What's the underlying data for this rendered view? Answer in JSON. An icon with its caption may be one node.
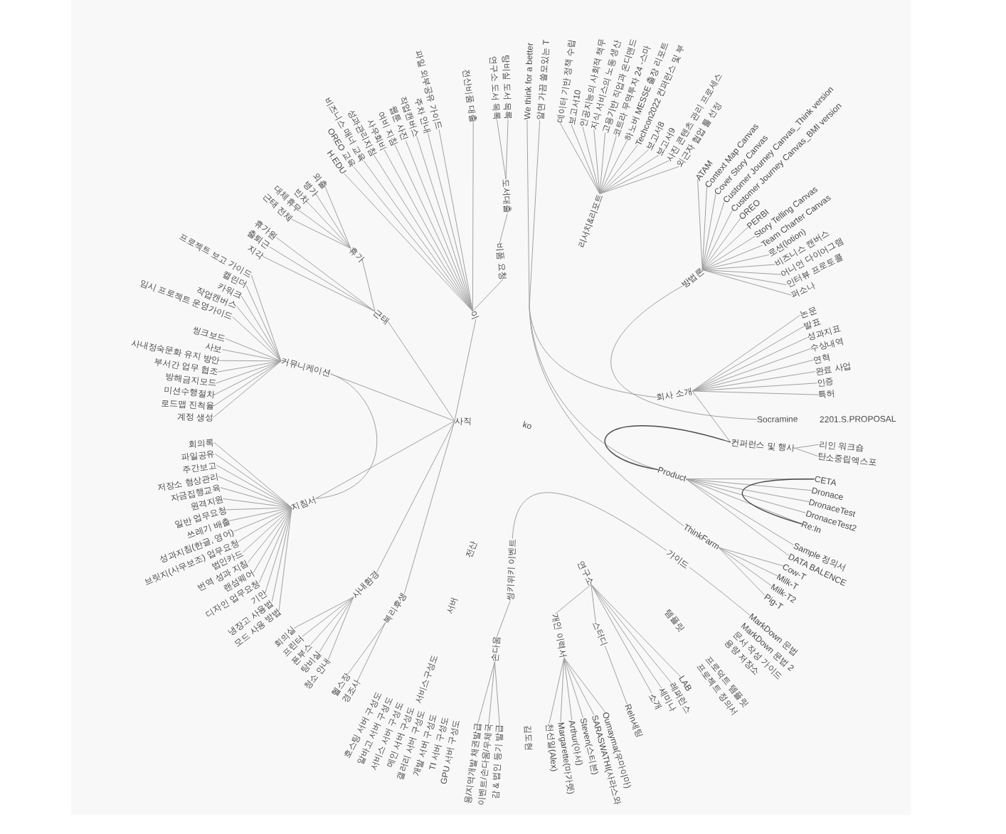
{
  "diagram": {
    "nodes": [
      {
        "text": [
          "We think for a better"
        ]
      },
      {
        "text": [
          "알면 가끔 쓸모있는 T"
        ]
      },
      {
        "text": [
          "리서치&리포트"
        ]
      },
      {
        "text": [
          "데이터 기반 정책 수립"
        ]
      },
      {
        "text": [
          "보고서10"
        ]
      },
      {
        "text": [
          "인공지능의 사회적 책무"
        ]
      },
      {
        "text": [
          "지식 서비스의 노동 생산"
        ]
      },
      {
        "text": [
          "고용기반 직업과 온디맨드"
        ]
      },
      {
        "text": [
          "코트라 무역투자 24 -스마"
        ]
      },
      {
        "text": [
          "하노버 MESSE 출장 리포트"
        ]
      },
      {
        "text": [
          "Techcon2022 컨퍼런스 및 부"
        ]
      },
      {
        "text": [
          "보고서8"
        ]
      },
      {
        "text": [
          "보고서9"
        ]
      },
      {
        "text": [
          "사진 콘텐츠 관리 프로세스"
        ]
      },
      {
        "text": [
          "외근자 협업 툴 선정"
        ]
      },
      {
        "text": [
          "방법론"
        ]
      },
      {
        "text": [
          "ATAM"
        ]
      },
      {
        "text": [
          "Context Map Canvas"
        ]
      },
      {
        "text": [
          "Cover Story Canvas"
        ]
      },
      {
        "text": [
          "Customer Journey Canvas_Think version"
        ]
      },
      {
        "text": [
          "Customer Journey Canvas_BMI version"
        ]
      },
      {
        "text": [
          "OREO"
        ]
      },
      {
        "text": [
          "PERBI"
        ]
      },
      {
        "text": [
          "Story Telling Canvas"
        ]
      },
      {
        "text": [
          "Team Charter Canvas"
        ]
      },
      {
        "text": [
          "로션(lotion)"
        ]
      },
      {
        "text": [
          "비즈니스 캔버스"
        ]
      },
      {
        "text": [
          "어니언 다이어그램"
        ]
      },
      {
        "text": [
          "인터뷰 프로토콜"
        ]
      },
      {
        "text": [
          "퍼소나"
        ]
      },
      {
        "text": [
          "회사 소개"
        ]
      },
      {
        "text": [
          "논문"
        ]
      },
      {
        "text": [
          "발표"
        ]
      },
      {
        "text": [
          "성과지표"
        ]
      },
      {
        "text": [
          "수상내역"
        ]
      },
      {
        "text": [
          "연혁"
        ]
      },
      {
        "text": [
          "완료 사업"
        ]
      },
      {
        "text": [
          "인증"
        ]
      },
      {
        "text": [
          "특허"
        ]
      },
      {
        "text": [
          "Socramine"
        ]
      },
      {
        "text": [
          "컨퍼런스 및 행사"
        ]
      },
      {
        "text": [
          "리인 워크숍"
        ]
      },
      {
        "text": [
          "탄소중립엑스포"
        ]
      },
      {
        "text": [
          "Product"
        ]
      },
      {
        "text": [
          "CETA"
        ]
      },
      {
        "text": [
          "Dronace"
        ]
      },
      {
        "text": [
          "DronaceTest"
        ]
      },
      {
        "text": [
          "DronaceTest2"
        ]
      },
      {
        "text": [
          "Re:In"
        ]
      },
      {
        "text": [
          "Sample 정의서"
        ]
      },
      {
        "text": [
          "DATA BALENCE"
        ]
      },
      {
        "text": [
          "ThinkFarm"
        ]
      },
      {
        "text": [
          "Cow-T"
        ]
      },
      {
        "text": [
          "Milk-T"
        ]
      },
      {
        "text": [
          "Milk-T2"
        ]
      },
      {
        "text": [
          "Pig-T"
        ]
      },
      {
        "text": [
          "MarkDown 문법"
        ]
      },
      {
        "text": [
          "연구소"
        ]
      },
      {
        "text": [
          "LAB"
        ]
      },
      {
        "text": [
          "레퍼런스"
        ]
      },
      {
        "text": [
          "세미나"
        ]
      },
      {
        "text": [
          "소개"
        ]
      },
      {
        "text": [
          "스터디"
        ]
      },
      {
        "text": [
          "ReIn세팅"
        ]
      },
      {
        "text": [
          "개인 이력서"
        ]
      },
      {
        "text": [
          "Oumayma(우마이마)"
        ]
      },
      {
        "text": [
          "SARASWATHI(사라스와"
        ]
      },
      {
        "text": [
          "Steven(스티븐)"
        ]
      },
      {
        "text": [
          "Arthur(아서)"
        ]
      },
      {
        "text": [
          "Margarette(마가렛)"
        ]
      },
      {
        "text": [
          "천선일(Alex)"
        ]
      },
      {
        "text": [
          "씽키위키 이벤트"
        ]
      },
      {
        "text": [
          "손다움"
        ]
      },
      {
        "text": [
          "감 & 법인 등기 발급"
        ]
      },
      {
        "text": [
          "이벤트/손다움/우체국"
        ]
      },
      {
        "text": [
          "용/지역개발 채권발급"
        ]
      },
      {
        "text": [
          "사직"
        ]
      },
      {
        "text": [
          "복리후생"
        ]
      },
      {
        "text": [
          "경조사"
        ]
      },
      {
        "text": [
          "헬스장"
        ]
      },
      {
        "text": [
          "사내환경"
        ]
      },
      {
        "text": [
          "청소 안내"
        ]
      },
      {
        "text": [
          "탕비실"
        ]
      },
      {
        "text": [
          "폰부스"
        ]
      },
      {
        "text": [
          "프린터"
        ]
      },
      {
        "text": [
          "회의실"
        ]
      },
      {
        "text": [
          "지침서"
        ]
      },
      {
        "text": [
          "모드 사용 방법"
        ]
      },
      {
        "text": [
          "냉장고 사용법"
        ]
      },
      {
        "text": [
          "기안"
        ]
      },
      {
        "text": [
          "디자인 업무요청"
        ]
      },
      {
        "text": [
          "랜섬웨어"
        ]
      },
      {
        "text": [
          "번역 성과 지침"
        ]
      },
      {
        "text": [
          "법인카드"
        ]
      },
      {
        "text": [
          "브릿지(사무보조) 업무요청"
        ]
      },
      {
        "text": [
          "성과지침(한글, 영어)"
        ]
      },
      {
        "text": [
          "쓰레기 배출"
        ]
      },
      {
        "text": [
          "일반 업무요청"
        ]
      },
      {
        "text": [
          "원격지원"
        ]
      },
      {
        "text": [
          "자금집행교육"
        ]
      },
      {
        "text": [
          "저장소 형상관리"
        ]
      },
      {
        "text": [
          "주간보고"
        ]
      },
      {
        "text": [
          "파일공유"
        ]
      },
      {
        "text": [
          "회의록"
        ]
      },
      {
        "text": [
          "커뮤니케이션"
        ]
      },
      {
        "text": [
          "계정 생성"
        ]
      },
      {
        "text": [
          "로드맵 진척율"
        ]
      },
      {
        "text": [
          "미션수행절차"
        ]
      },
      {
        "text": [
          "방해금지모드"
        ]
      },
      {
        "text": [
          "부서간 업무 협조"
        ]
      },
      {
        "text": [
          "사내정숙문화 유지 방안"
        ]
      },
      {
        "text": [
          "사보"
        ]
      },
      {
        "text": [
          "씽크보드"
        ]
      },
      {
        "text": [
          "임시 프로젝트 운영가이드"
        ]
      },
      {
        "text": [
          "작업캔버스"
        ]
      },
      {
        "text": [
          "카워크"
        ]
      },
      {
        "text": [
          "캘린더"
        ]
      },
      {
        "text": [
          "프로젝트 보고 가이드"
        ]
      },
      {
        "text": [
          "근태"
        ]
      },
      {
        "text": [
          "지각"
        ]
      },
      {
        "text": [
          "출퇴근"
        ]
      },
      {
        "text": [
          "휴가원"
        ]
      },
      {
        "text": [
          "휴가"
        ]
      },
      {
        "text": [
          "근태 전체"
        ]
      },
      {
        "text": [
          "대체휴무"
        ]
      },
      {
        "text": [
          "반차"
        ]
      },
      {
        "text": [
          "병가"
        ]
      },
      {
        "text": [
          "외출"
        ]
      },
      {
        "text": [
          "이"
        ]
      },
      {
        "text": [
          "H.EDU"
        ]
      },
      {
        "text": [
          "OREO 교육"
        ]
      },
      {
        "text": [
          "비즈니스 매너 교육"
        ]
      },
      {
        "text": [
          "성과관리지침"
        ]
      },
      {
        "text": [
          "사우회비"
        ]
      },
      {
        "text": [
          "여비 지침"
        ]
      },
      {
        "text": [
          "웹툰 사진"
        ]
      },
      {
        "text": [
          "작업캔버스"
        ]
      },
      {
        "text": [
          "주차 안내"
        ]
      },
      {
        "text": [
          "파일 외부공유 가이드"
        ]
      },
      {
        "text": [
          "전산비품 대출"
        ]
      },
      {
        "text": [
          "비품 요청"
        ]
      },
      {
        "text": [
          "도서대출"
        ]
      },
      {
        "text": [
          "연구소 도서 목록"
        ]
      },
      {
        "text": [
          "탕비실 도서 목록"
        ]
      }
    ],
    "edges": [
      {
        "from": null,
        "to": 0,
        "arrow": "none"
      },
      {
        "from": null,
        "to": 1,
        "arrow": "none"
      },
      {
        "from": null,
        "to": 30,
        "arrow": "none"
      },
      {
        "from": null,
        "to": 43,
        "arrow": "none"
      },
      {
        "from": null,
        "to": 51,
        "arrow": "none"
      },
      {
        "from": 2,
        "to": 3,
        "arrow": "none"
      },
      {
        "from": 2,
        "to": 4,
        "arrow": "none"
      },
      {
        "from": 2,
        "to": 5,
        "arrow": "none"
      },
      {
        "from": 2,
        "to": 6,
        "arrow": "none"
      },
      {
        "from": 2,
        "to": 7,
        "arrow": "none"
      },
      {
        "from": 2,
        "to": 8,
        "arrow": "none"
      },
      {
        "from": 2,
        "to": 9,
        "arrow": "none"
      },
      {
        "from": 2,
        "to": 10,
        "arrow": "none"
      },
      {
        "from": 2,
        "to": 11,
        "arrow": "none"
      },
      {
        "from": 2,
        "to": 12,
        "arrow": "none"
      },
      {
        "from": 2,
        "to": 13,
        "arrow": "none"
      },
      {
        "from": 2,
        "to": 14,
        "arrow": "none"
      },
      {
        "from": 15,
        "to": 16,
        "arrow": "none"
      },
      {
        "from": 15,
        "to": 17,
        "arrow": "none"
      },
      {
        "from": 15,
        "to": 18,
        "arrow": "none"
      },
      {
        "from": 15,
        "to": 19,
        "arrow": "none"
      },
      {
        "from": 15,
        "to": 20,
        "arrow": "none"
      },
      {
        "from": 15,
        "to": 21,
        "arrow": "none"
      },
      {
        "from": 15,
        "to": 22,
        "arrow": "none"
      },
      {
        "from": 15,
        "to": 23,
        "arrow": "none"
      },
      {
        "from": 15,
        "to": 24,
        "arrow": "none"
      },
      {
        "from": 15,
        "to": 25,
        "arrow": "none"
      },
      {
        "from": 15,
        "to": 26,
        "arrow": "none"
      },
      {
        "from": 15,
        "to": 27,
        "arrow": "none"
      },
      {
        "from": 15,
        "to": 28,
        "arrow": "none"
      },
      {
        "from": 15,
        "to": 29,
        "arrow": "none"
      },
      {
        "from": 15,
        "to": 39,
        "arrow": "none"
      },
      {
        "from": 30,
        "to": 31,
        "arrow": "none"
      },
      {
        "from": 30,
        "to": 32,
        "arrow": "none"
      },
      {
        "from": 30,
        "to": 33,
        "arrow": "none"
      },
      {
        "from": 30,
        "to": 34,
        "arrow": "none"
      },
      {
        "from": 30,
        "to": 35,
        "arrow": "none"
      },
      {
        "from": 30,
        "to": 36,
        "arrow": "none"
      },
      {
        "from": 30,
        "to": 37,
        "arrow": "none"
      },
      {
        "from": 30,
        "to": 38,
        "arrow": "none"
      },
      {
        "from": 30,
        "to": 40,
        "arrow": "none"
      },
      {
        "from": 40,
        "to": 41,
        "arrow": "none"
      },
      {
        "from": 40,
        "to": 42,
        "arrow": "none"
      },
      {
        "from": 43,
        "to": 40,
        "arrow": "none",
        "color": "#4a4a4a"
      },
      {
        "from": 43,
        "to": 44,
        "arrow": "none"
      },
      {
        "from": 43,
        "to": 45,
        "arrow": "none"
      },
      {
        "from": 43,
        "to": 46,
        "arrow": "none"
      },
      {
        "from": 43,
        "to": 47,
        "arrow": "none"
      },
      {
        "from": 43,
        "to": 48,
        "arrow": "none"
      },
      {
        "from": 43,
        "to": 49,
        "arrow": "none"
      },
      {
        "from": 43,
        "to": 50,
        "arrow": "none"
      },
      {
        "from": 44,
        "to": 48,
        "arrow": "none",
        "color": "#4a4a4a"
      },
      {
        "from": 51,
        "to": 52,
        "arrow": "none"
      },
      {
        "from": 51,
        "to": 53,
        "arrow": "none"
      },
      {
        "from": 51,
        "to": 54,
        "arrow": "none"
      },
      {
        "from": 51,
        "to": 55,
        "arrow": "none"
      },
      {
        "from": 57,
        "to": 58,
        "arrow": "none"
      },
      {
        "from": 57,
        "to": 59,
        "arrow": "none"
      },
      {
        "from": 57,
        "to": 60,
        "arrow": "none"
      },
      {
        "from": 57,
        "to": 61,
        "arrow": "none"
      },
      {
        "from": 57,
        "to": 62,
        "arrow": "none"
      },
      {
        "from": 62,
        "to": 63,
        "arrow": "none"
      },
      {
        "from": 57,
        "to": 64,
        "arrow": "none"
      },
      {
        "from": 64,
        "to": 65,
        "arrow": "none"
      },
      {
        "from": 64,
        "to": 66,
        "arrow": "none"
      },
      {
        "from": 64,
        "to": 67,
        "arrow": "none"
      },
      {
        "from": 64,
        "to": 68,
        "arrow": "none"
      },
      {
        "from": 64,
        "to": 69,
        "arrow": "none"
      },
      {
        "from": 64,
        "to": 70,
        "arrow": "none"
      },
      {
        "from": 71,
        "to": 56,
        "arrow": "none",
        "label": "가이드"
      },
      {
        "from": 71,
        "to": 72,
        "arrow": "none"
      },
      {
        "from": 72,
        "to": 73,
        "arrow": "none"
      },
      {
        "from": 72,
        "to": 74,
        "arrow": "none"
      },
      {
        "from": 72,
        "to": 75,
        "arrow": "none"
      },
      {
        "from": 76,
        "to": 77,
        "arrow": "none"
      },
      {
        "from": 77,
        "to": 78,
        "arrow": "none"
      },
      {
        "from": 77,
        "to": 79,
        "arrow": "none"
      },
      {
        "from": 76,
        "to": 80,
        "arrow": "none"
      },
      {
        "from": 80,
        "to": 81,
        "arrow": "none"
      },
      {
        "from": 80,
        "to": 82,
        "arrow": "none"
      },
      {
        "from": 80,
        "to": 83,
        "arrow": "none"
      },
      {
        "from": 80,
        "to": 84,
        "arrow": "none"
      },
      {
        "from": 80,
        "to": 85,
        "arrow": "none"
      },
      {
        "from": 76,
        "to": 86,
        "arrow": "none"
      },
      {
        "from": 86,
        "to": 87,
        "arrow": "none"
      },
      {
        "from": 86,
        "to": 88,
        "arrow": "none"
      },
      {
        "from": 86,
        "to": 89,
        "arrow": "none"
      },
      {
        "from": 86,
        "to": 90,
        "arrow": "none"
      },
      {
        "from": 86,
        "to": 91,
        "arrow": "none"
      },
      {
        "from": 86,
        "to": 92,
        "arrow": "none"
      },
      {
        "from": 86,
        "to": 93,
        "arrow": "none"
      },
      {
        "from": 86,
        "to": 94,
        "arrow": "none"
      },
      {
        "from": 86,
        "to": 95,
        "arrow": "none"
      },
      {
        "from": 86,
        "to": 96,
        "arrow": "none"
      },
      {
        "from": 86,
        "to": 97,
        "arrow": "none"
      },
      {
        "from": 86,
        "to": 98,
        "arrow": "none"
      },
      {
        "from": 86,
        "to": 99,
        "arrow": "none"
      },
      {
        "from": 86,
        "to": 100,
        "arrow": "none"
      },
      {
        "from": 86,
        "to": 101,
        "arrow": "none"
      },
      {
        "from": 86,
        "to": 102,
        "arrow": "none"
      },
      {
        "from": 86,
        "to": 103,
        "arrow": "none"
      },
      {
        "from": 76,
        "to": 104,
        "arrow": "none"
      },
      {
        "from": 104,
        "to": 105,
        "arrow": "none"
      },
      {
        "from": 104,
        "to": 106,
        "arrow": "none"
      },
      {
        "from": 104,
        "to": 107,
        "arrow": "none"
      },
      {
        "from": 104,
        "to": 108,
        "arrow": "none"
      },
      {
        "from": 104,
        "to": 109,
        "arrow": "none"
      },
      {
        "from": 104,
        "to": 110,
        "arrow": "none"
      },
      {
        "from": 104,
        "to": 111,
        "arrow": "none"
      },
      {
        "from": 104,
        "to": 112,
        "arrow": "none"
      },
      {
        "from": 104,
        "to": 113,
        "arrow": "none"
      },
      {
        "from": 104,
        "to": 114,
        "arrow": "none"
      },
      {
        "from": 104,
        "to": 115,
        "arrow": "none"
      },
      {
        "from": 104,
        "to": 116,
        "arrow": "none"
      },
      {
        "from": 104,
        "to": 117,
        "arrow": "none"
      },
      {
        "from": 104,
        "to": 86,
        "arrow": "none"
      },
      {
        "from": 76,
        "to": 118,
        "arrow": "none"
      },
      {
        "from": 118,
        "to": 119,
        "arrow": "none"
      },
      {
        "from": 118,
        "to": 120,
        "arrow": "none"
      },
      {
        "from": 118,
        "to": 121,
        "arrow": "none"
      },
      {
        "from": 118,
        "to": 122,
        "arrow": "none"
      },
      {
        "from": 122,
        "to": 123,
        "arrow": "none"
      },
      {
        "from": 122,
        "to": 124,
        "arrow": "none"
      },
      {
        "from": 122,
        "to": 125,
        "arrow": "none"
      },
      {
        "from": 122,
        "to": 126,
        "arrow": "none"
      },
      {
        "from": 122,
        "to": 127,
        "arrow": "none"
      },
      {
        "from": 76,
        "to": 128,
        "arrow": "none"
      },
      {
        "from": 128,
        "to": 129,
        "arrow": "none"
      },
      {
        "from": 128,
        "to": 130,
        "arrow": "none"
      },
      {
        "from": 128,
        "to": 131,
        "arrow": "none"
      },
      {
        "from": 128,
        "to": 132,
        "arrow": "none"
      },
      {
        "from": 128,
        "to": 133,
        "arrow": "none"
      },
      {
        "from": 128,
        "to": 134,
        "arrow": "none"
      },
      {
        "from": 128,
        "to": 135,
        "arrow": "none"
      },
      {
        "from": 128,
        "to": 136,
        "arrow": "none"
      },
      {
        "from": 128,
        "to": 137,
        "arrow": "none"
      },
      {
        "from": 128,
        "to": 138,
        "arrow": "none"
      },
      {
        "from": 128,
        "to": 139,
        "arrow": "none"
      },
      {
        "from": 128,
        "to": 140,
        "arrow": "none"
      },
      {
        "from": 140,
        "to": 141,
        "arrow": "none"
      },
      {
        "from": 141,
        "to": 142,
        "arrow": "none"
      },
      {
        "from": 141,
        "to": 143,
        "arrow": "none"
      }
    ],
    "labels": [
      "ko",
      "2201.S.PROPOSAL",
      "MarkDown 문법 2",
      "문서 작성 가이드",
      "용량 저장소",
      "템플릿",
      "프로덕트 템플릿",
      "프로젝트 정의서",
      "김도현",
      "전산",
      "서버",
      "서비스구성도",
      "GPU 서버 구성도",
      "TI 서버 구성도",
      "개발 서버 구성도",
      "갤러리 서버 구성도",
      "메인 서버 구성도",
      "서비스 서버 구성도",
      "알바고 서버 구성도",
      "호스팅 서버 구성도"
    ]
  }
}
